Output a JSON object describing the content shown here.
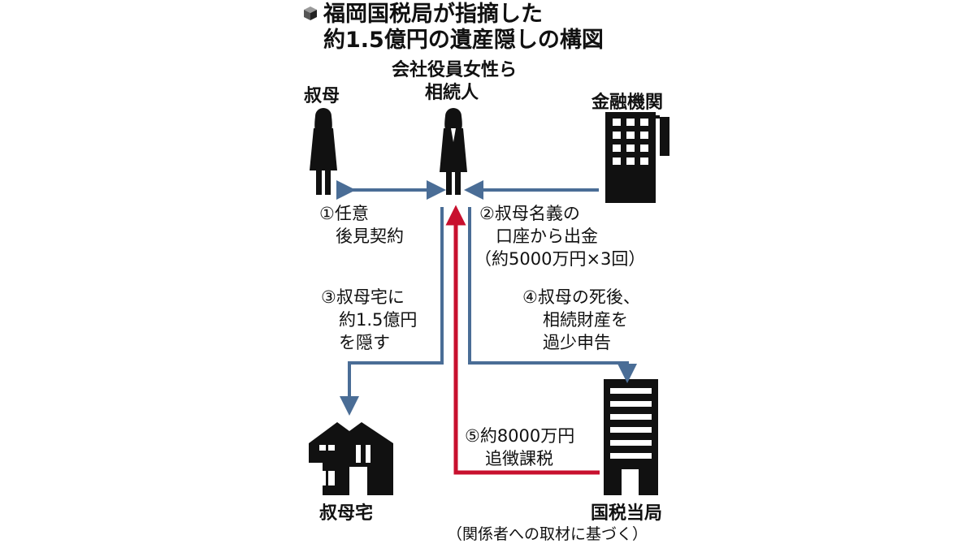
{
  "title": {
    "line1": "福岡国税局が指摘した",
    "line2": "約1.5億円の遺産隠しの構図",
    "icon": "cube-icon"
  },
  "nodes": {
    "heir_line1": "会社役員女性ら",
    "heir_line2": "相続人",
    "aunt": "叔母",
    "bank": "金融機関",
    "aunt_house": "叔母宅",
    "tax_authority": "国税当局"
  },
  "steps": {
    "s1": [
      "①任意",
      "後見契約"
    ],
    "s2": [
      "②叔母名義の",
      "口座から出金",
      "（約5000万円×3回）"
    ],
    "s3": [
      "③叔母宅に",
      "約1.5億円",
      "を隠す"
    ],
    "s4": [
      "④叔母の死後、",
      "相続財産を",
      "過少申告"
    ],
    "s5": [
      "⑤約8000万円",
      "追徴課税"
    ]
  },
  "source": "（関係者への取材に基づく）",
  "colors": {
    "blue": "#4a6d96",
    "red": "#c8102e",
    "black": "#111111"
  }
}
